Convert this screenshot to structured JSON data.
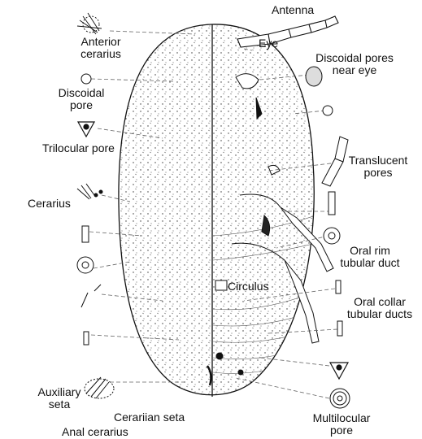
{
  "labels": {
    "antenna": "Antenna",
    "eye": "Eye",
    "anterior_cerarius": [
      "Anterior",
      "cerarius"
    ],
    "discoidal_pores_near_eye": [
      "Discoidal pores",
      "near eye"
    ],
    "discoidal_pore": [
      "Discoidal",
      "pore"
    ],
    "trilocular_pore": "Trilocular pore",
    "translucent_pores": [
      "Translucent",
      "pores"
    ],
    "cerarius": "Cerarius",
    "oral_rim_tubular_duct": [
      "Oral rim",
      "tubular duct"
    ],
    "circulus": "Circulus",
    "oral_collar_tubular_ducts": [
      "Oral collar",
      "tubular ducts"
    ],
    "auxiliary_seta": [
      "Auxiliary",
      "seta"
    ],
    "cerariian_seta": "Cerariian seta",
    "anal_cerarius": "Anal cerarius",
    "multilocular_pore": [
      "Multilocular",
      "pore"
    ]
  },
  "colors": {
    "ink": "#111111",
    "leader": "#666666",
    "paper": "#ffffff"
  }
}
